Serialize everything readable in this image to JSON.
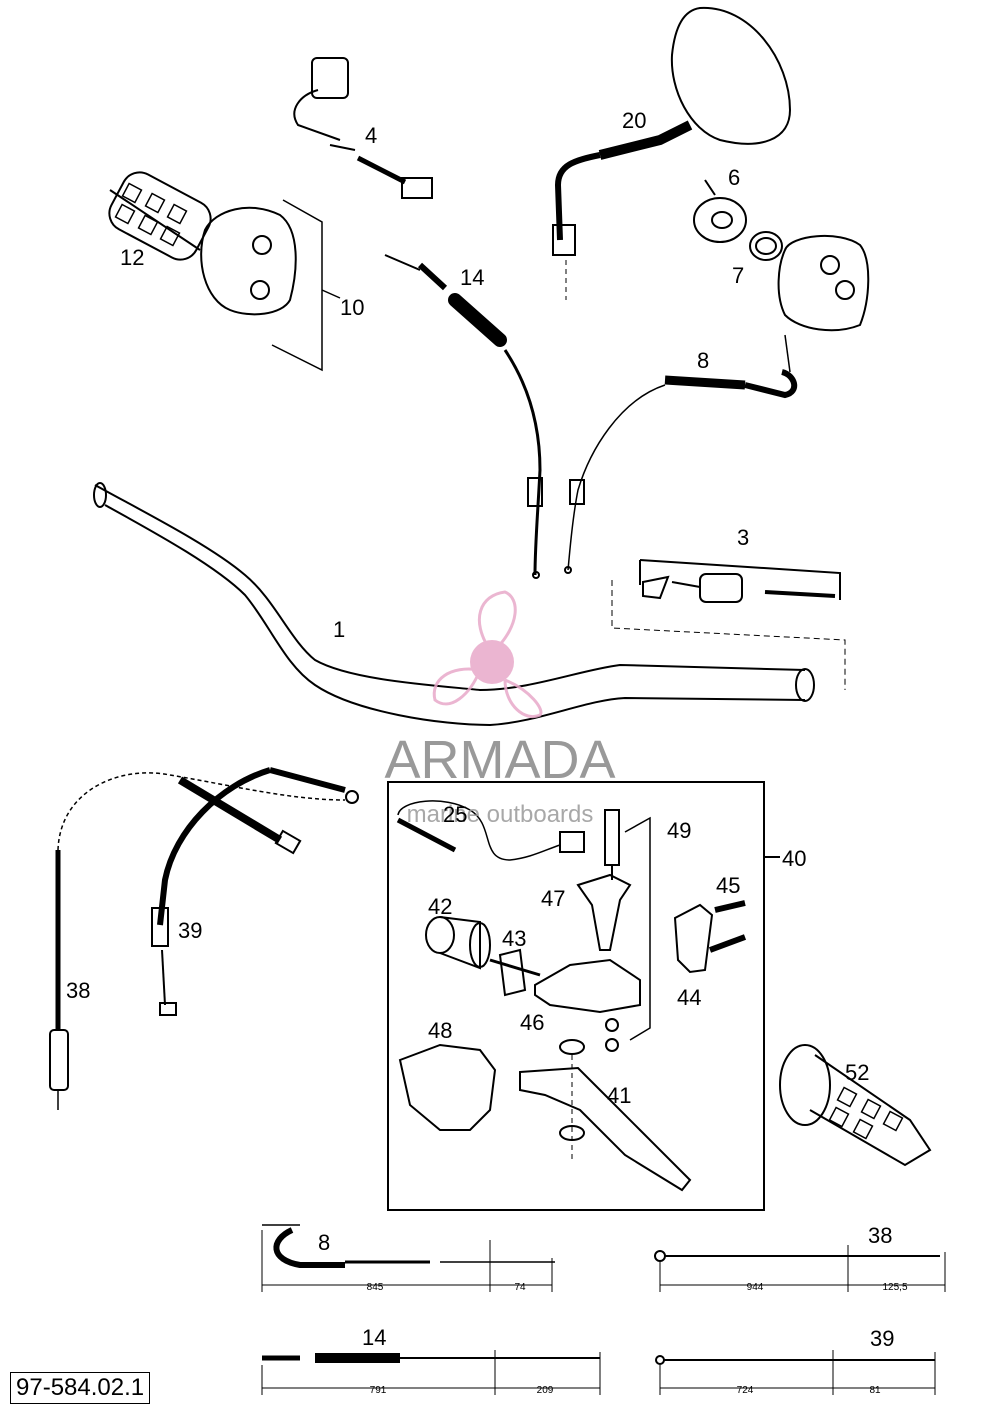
{
  "part_labels": {
    "p1": "1",
    "p3": "3",
    "p4": "4",
    "p6": "6",
    "p7": "7",
    "p8": "8",
    "p10": "10",
    "p12": "12",
    "p14": "14",
    "p20": "20",
    "p25": "25",
    "p38": "38",
    "p39": "39",
    "p40": "40",
    "p41": "41",
    "p42": "42",
    "p43": "43",
    "p44": "44",
    "p45": "45",
    "p46": "46",
    "p47": "47",
    "p48": "48",
    "p49": "49",
    "p52": "52"
  },
  "cable_specs": {
    "c8": {
      "label": "8",
      "length_main": "845",
      "length_end": "74"
    },
    "c38": {
      "label": "38",
      "length_main": "944",
      "length_end": "125,5"
    },
    "c14": {
      "label": "14",
      "length_main": "791",
      "length_end": "209"
    },
    "c39": {
      "label": "39",
      "length_main": "724",
      "length_end": "81"
    }
  },
  "watermark": {
    "brand": "ARMADA",
    "tagline": "marine outboards",
    "color": "#e8a9c9"
  },
  "reference_code": "97-584.02.1"
}
